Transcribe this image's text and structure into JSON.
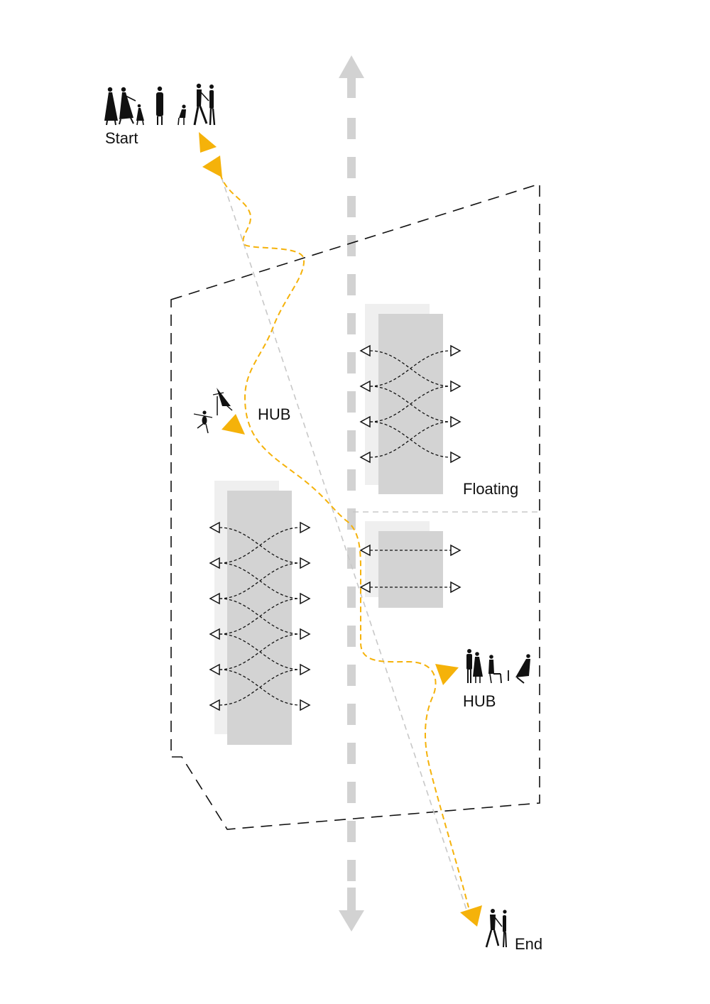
{
  "labels": {
    "start": "Start",
    "hub_upper": "HUB",
    "floating": "Floating",
    "hub_lower": "HUB",
    "end": "End"
  },
  "colors": {
    "path_accent": "#F5B20A",
    "axis_gray": "#D2D2D2",
    "block_dark": "#D3D3D3",
    "block_light": "#EFEFEF",
    "outline": "#111111",
    "sightline": "#C8C8C8"
  },
  "icons": {
    "start_group": "people-group-icon",
    "hub_upper_group": "playing-children-icon",
    "hub_lower_group": "people-resting-icon",
    "end_group": "couple-walking-icon",
    "path_markers": "triangle-arrow-icon",
    "axis": "double-arrow-icon"
  },
  "blocks": [
    {
      "name": "block-upper-right",
      "crossing_rows": 4
    },
    {
      "name": "block-left",
      "crossing_rows": 6
    },
    {
      "name": "block-lower-right",
      "crossing_rows": 2
    }
  ]
}
